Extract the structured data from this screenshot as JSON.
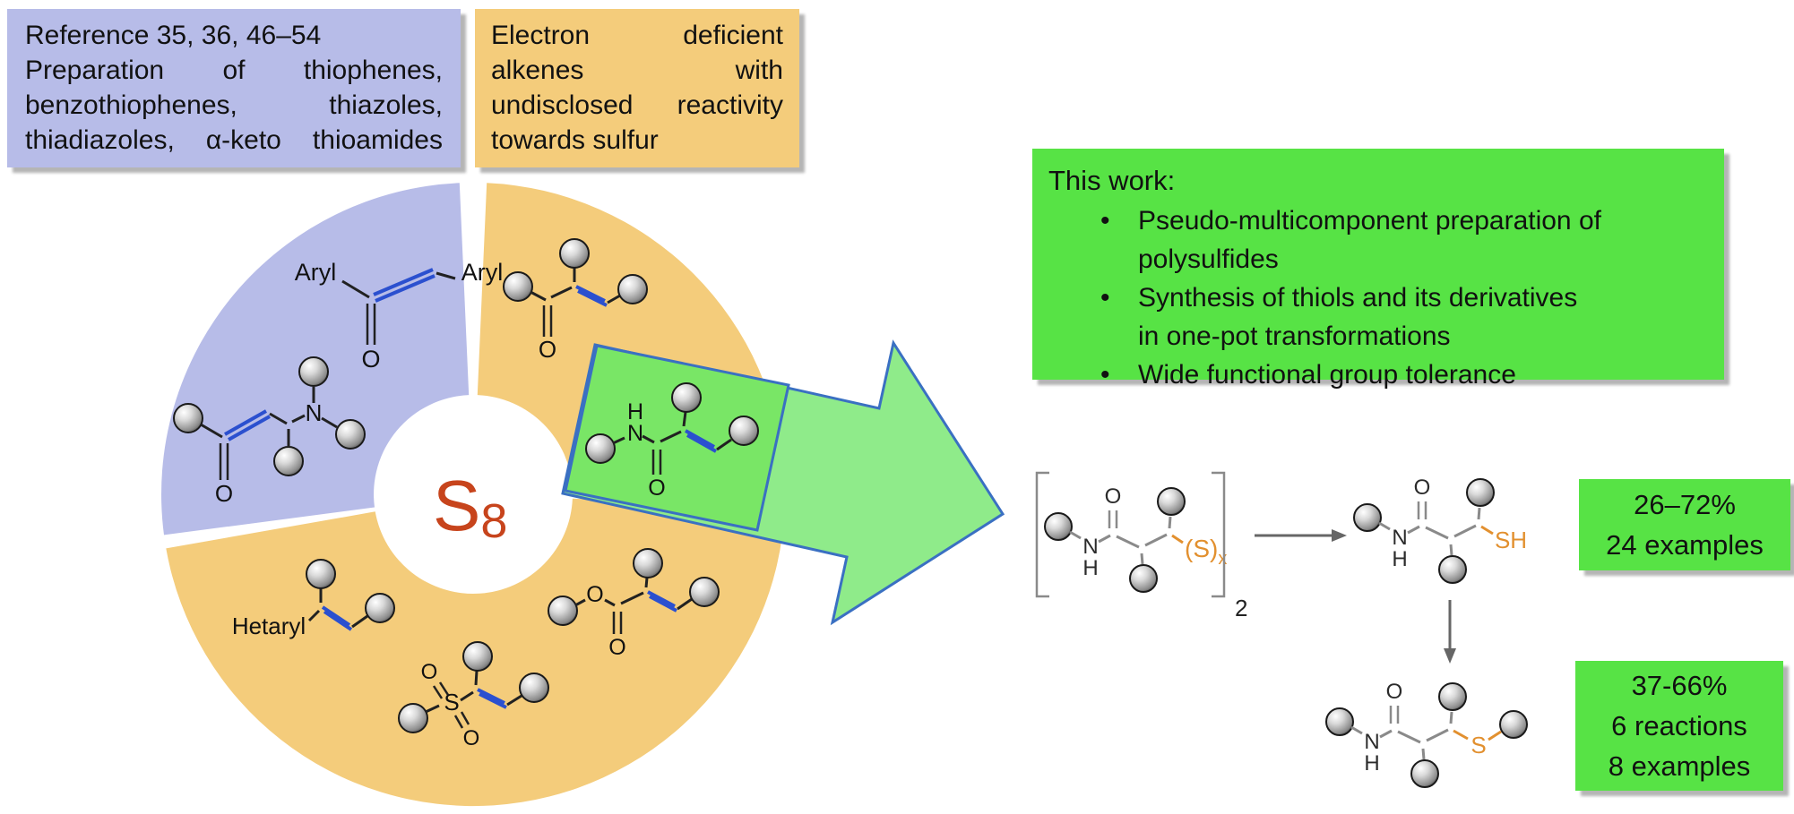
{
  "figure": {
    "reference_box": {
      "lines": [
        "Reference 35, 36, 46–54",
        "Preparation of thiophenes,",
        "benzothiophenes, thiazoles,",
        "thiadiazoles, α-keto thioamides"
      ]
    },
    "alkene_box": {
      "lines": [
        "Electron deficient",
        "alkenes with",
        "undisclosed reactivity",
        "towards sulfur"
      ]
    },
    "this_work_box": {
      "title": "This work:",
      "bullets": [
        "Pseudo-multicomponent preparation of polysulfides",
        "Synthesis of thiols and its derivatives in one-pot transformations",
        "Wide functional group tolerance"
      ]
    },
    "yield_box_thiols": {
      "lines": [
        "26–72%",
        "24 examples"
      ]
    },
    "yield_box_derivatives": {
      "lines": [
        "37-66%",
        "6 reactions",
        "8 examples"
      ]
    },
    "hub": {
      "element": "S",
      "subscript": "8"
    },
    "atom_labels": {
      "aryl": "Aryl",
      "hetaryl": "Hetaryl",
      "n": "N",
      "h": "H",
      "o": "O",
      "s": "S",
      "sh": "SH",
      "s_x": "(S)",
      "x": "x",
      "dimer": "2"
    }
  },
  "colors": {
    "purple": "#b7bce8",
    "orange": "#f4cc7b",
    "green": "#57e345",
    "arrow-green": "#8feb8a",
    "tail-green": "#79e666",
    "blue-border": "#3a70c2",
    "s8": "#c7441c",
    "bond-blue": "#2b50cf",
    "sulfur-orange": "#e2902f"
  }
}
